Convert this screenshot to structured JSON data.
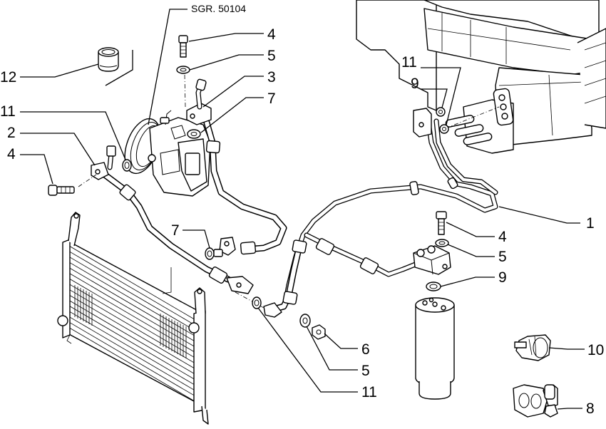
{
  "diagram": {
    "title": "Air conditioning system piping - exploded parts view",
    "reference": "SGR. 50104",
    "callouts": [
      {
        "id": "c1",
        "label": "1",
        "part": "evaporator-to-compressor pipe"
      },
      {
        "id": "c2",
        "label": "2",
        "part": "compressor-to-condenser hose"
      },
      {
        "id": "c3",
        "label": "3",
        "part": "compressor suction hose flange"
      },
      {
        "id": "c4a",
        "label": "4",
        "part": "bolt"
      },
      {
        "id": "c4b",
        "label": "4",
        "part": "bolt"
      },
      {
        "id": "c4c",
        "label": "4",
        "part": "bolt"
      },
      {
        "id": "c5a",
        "label": "5",
        "part": "washer"
      },
      {
        "id": "c5b",
        "label": "5",
        "part": "washer"
      },
      {
        "id": "c5c",
        "label": "5",
        "part": "washer"
      },
      {
        "id": "c6",
        "label": "6",
        "part": "nut"
      },
      {
        "id": "c7a",
        "label": "7",
        "part": "seal ring"
      },
      {
        "id": "c7b",
        "label": "7",
        "part": "seal ring"
      },
      {
        "id": "c8",
        "label": "8",
        "part": "pipe retaining clip"
      },
      {
        "id": "c9a",
        "label": "9",
        "part": "seal ring"
      },
      {
        "id": "c9b",
        "label": "9",
        "part": "seal ring"
      },
      {
        "id": "c10",
        "label": "10",
        "part": "pipe clamp"
      },
      {
        "id": "c11a",
        "label": "11",
        "part": "seal ring"
      },
      {
        "id": "c11b",
        "label": "11",
        "part": "seal ring"
      },
      {
        "id": "c11c",
        "label": "11",
        "part": "seal ring"
      },
      {
        "id": "c12",
        "label": "12",
        "part": "cap"
      }
    ],
    "components": {
      "compressor": "compressor",
      "condenser": "condenser",
      "evaporator": "evaporator unit",
      "drier": "receiver drier",
      "pressure_switch_block": "pressure switch block"
    }
  }
}
